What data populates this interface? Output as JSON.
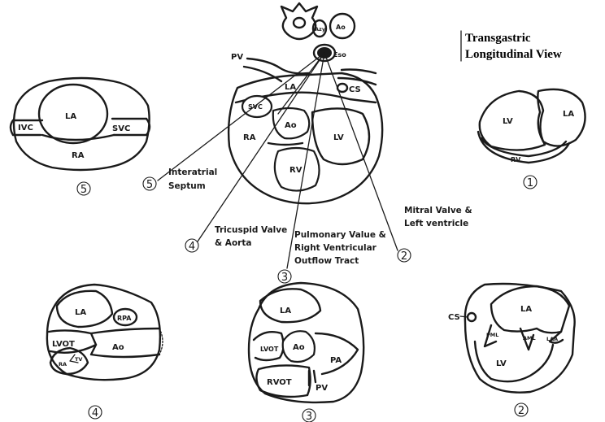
{
  "title": {
    "line1": "Transgastric",
    "line2": "Longitudinal View"
  },
  "central": {
    "labels": {
      "azy": "Azy",
      "ao_top": "Ao",
      "eso": "Eso",
      "pv": "PV",
      "la": "LA",
      "svc": "SVC",
      "cs": "CS",
      "ra": "RA",
      "ao": "Ao",
      "lv": "LV",
      "rv": "RV"
    },
    "markers": {
      "m5": {
        "num": "5",
        "text1": "Interatrial",
        "text2": "Septum"
      },
      "m4": {
        "num": "4",
        "text1": "Tricuspid Valve",
        "text2": "& Aorta"
      },
      "m3": {
        "num": "3",
        "text1": "Pulmonary Value &",
        "text2": "Right Ventricular",
        "text3": "Outflow Tract"
      },
      "m2": {
        "num": "2",
        "text1": "Mitral Valve &",
        "text2": "Left ventricle"
      }
    }
  },
  "views": {
    "v1": {
      "num": "1",
      "lv": "LV",
      "la": "LA",
      "rv": "RV"
    },
    "v2": {
      "num": "2",
      "cs": "CS",
      "la": "LA",
      "lv": "LV",
      "pml": "PML",
      "aml": "AML",
      "laa": "LAA"
    },
    "v3": {
      "num": "3",
      "la": "LA",
      "lvot": "LVOT",
      "ao": "Ao",
      "pa": "PA",
      "rvot": "RVOT",
      "pv": "PV"
    },
    "v4": {
      "num": "4",
      "la": "LA",
      "rpa": "RPA",
      "lvot": "LVOT",
      "ao": "Ao",
      "ra": "RA",
      "tv": "TV"
    },
    "v5": {
      "num": "5",
      "la": "LA",
      "ivc": "IVC",
      "svc": "SVC",
      "ra": "RA"
    }
  }
}
